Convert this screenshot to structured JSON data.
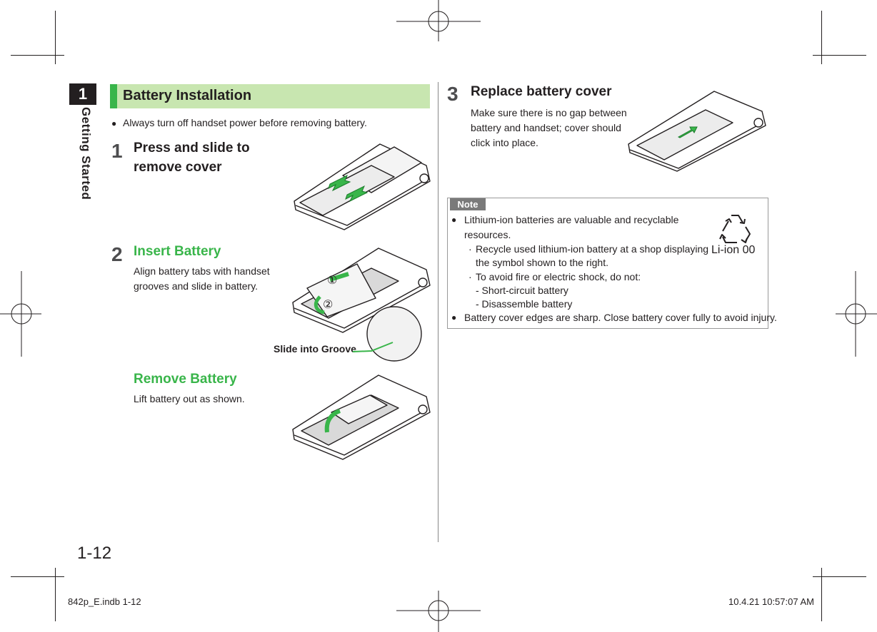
{
  "chapter": {
    "number": "1",
    "title": "Getting Started"
  },
  "page_number": "1-12",
  "section": {
    "title": "Battery Installation"
  },
  "intro_bullet": "Always turn off handset power before removing battery.",
  "steps": [
    {
      "number": "1",
      "title": "Press and slide to remove cover",
      "title_lines": [
        "Press and slide to",
        "remove cover"
      ]
    },
    {
      "number": "2",
      "title": "Insert Battery",
      "text_lines": [
        "Align battery tabs with handset",
        "grooves and slide in battery."
      ],
      "callout": "Slide into Groove",
      "markers": [
        "①",
        "②"
      ]
    },
    {
      "number": "",
      "title": "Remove Battery",
      "text_lines": [
        "Lift battery out as shown."
      ]
    },
    {
      "number": "3",
      "title": "Replace battery cover",
      "text_lines": [
        "Make sure there is no gap between",
        "battery and handset; cover should",
        "click into place."
      ]
    }
  ],
  "note": {
    "label": "Note",
    "bullets": [
      {
        "lines": [
          "Lithium-ion batteries are valuable and recyclable",
          "resources."
        ]
      },
      {
        "lines": [
          "Battery cover edges are sharp. Close battery cover fully to avoid injury."
        ]
      }
    ],
    "sub_items": [
      {
        "lines": [
          "Recycle used lithium-ion battery at a shop displaying",
          "the symbol shown to the right."
        ]
      },
      {
        "lines": [
          "To avoid fire or electric shock, do not:"
        ]
      }
    ],
    "dash_items": [
      "- Short-circuit battery",
      "- Disassemble battery"
    ],
    "recycle_label": "Li-ion 00"
  },
  "footer": {
    "left": "842p_E.indb   1-12",
    "right": "10.4.21   10:57:07 AM"
  },
  "colors": {
    "accent_green": "#39b54a",
    "section_bg": "#c8e6b0",
    "text": "#231f20"
  }
}
